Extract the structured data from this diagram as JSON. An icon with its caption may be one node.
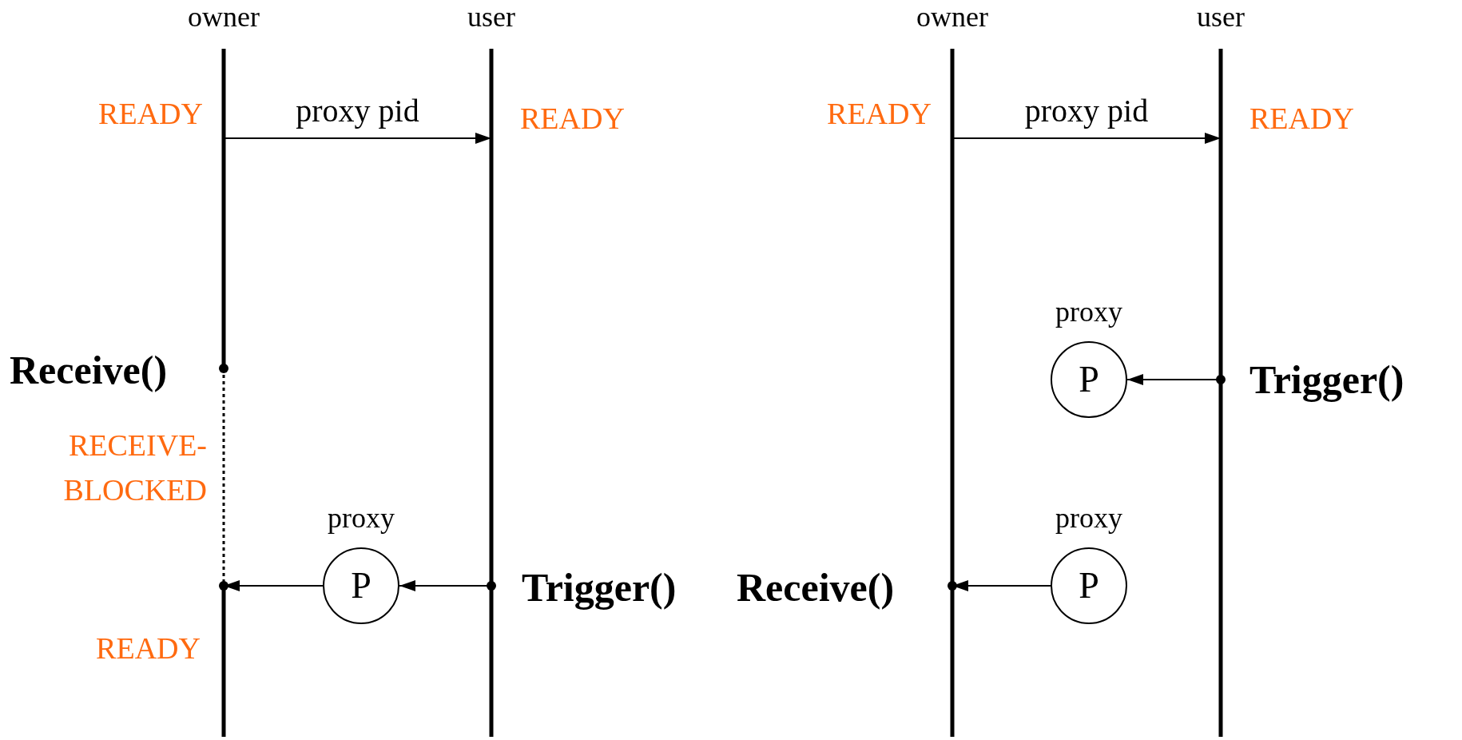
{
  "diagram": {
    "nodes": [
      {
        "text": [
          "owner"
        ]
      },
      {
        "text": [
          "user"
        ]
      },
      {
        "text": [
          "owner"
        ]
      },
      {
        "text": [
          "user"
        ]
      },
      {
        "text": [
          "P"
        ],
        "beside": [
          "proxy"
        ]
      },
      {
        "text": [
          "P"
        ],
        "beside": [
          "proxy"
        ]
      },
      {
        "text": [
          "P"
        ],
        "beside": [
          "proxy"
        ]
      }
    ],
    "edges": [
      {
        "from": 0,
        "to": 1,
        "arrow": "to",
        "label": "proxy pid"
      },
      {
        "from": 2,
        "to": 3,
        "arrow": "to",
        "label": "proxy pid"
      },
      {
        "from": 3,
        "to": 4,
        "arrow": "to"
      },
      {
        "from": 1,
        "to": 5,
        "arrow": "to"
      },
      {
        "from": 5,
        "to": 0,
        "arrow": "to"
      },
      {
        "from": 6,
        "to": 2,
        "arrow": "to"
      }
    ],
    "labels": [
      "READY",
      "READY",
      "READY",
      "READY",
      "Receive()",
      "Trigger()",
      "RECEIVE-BLOCKED",
      "Trigger()",
      "Receive()",
      "READY"
    ]
  }
}
